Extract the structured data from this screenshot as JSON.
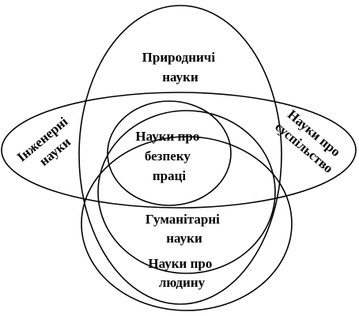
{
  "diagram": {
    "type": "venn",
    "stroke_color": "#000000",
    "background": "#ffffff",
    "sets": {
      "natural": {
        "lines": [
          "Природничі",
          "науки"
        ]
      },
      "engineering": {
        "lines": [
          "Інженерні",
          "науки"
        ]
      },
      "society": {
        "lines": [
          "Науки про",
          "суспільство"
        ]
      },
      "humanities": {
        "lines": [
          "Гуманітарні",
          "науки"
        ]
      },
      "human": {
        "lines": [
          "Науки про",
          "людину"
        ]
      },
      "safety": {
        "lines": [
          "Науки про",
          "безпеку",
          "праці"
        ]
      }
    }
  }
}
